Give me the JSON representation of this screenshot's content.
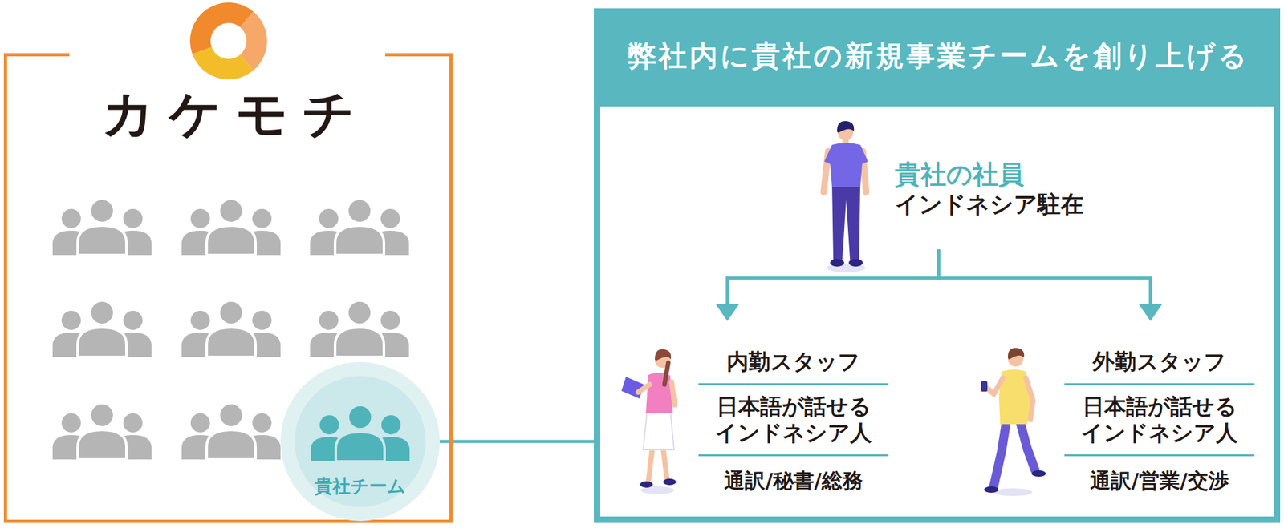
{
  "diagram": {
    "nodes": [
      {
        "text": [
          "カケモチ"
        ]
      },
      {
        "text": [
          "貴社チーム"
        ],
        "in": 0
      },
      {
        "text": [
          "弊社内に貴社の新規事業チームを創り上げる"
        ]
      },
      {
        "text": [
          "貴社の社員",
          "インドネシア駐在"
        ],
        "in": 2
      },
      {
        "text": [
          "内勤スタッフ",
          "日本語が話せる インドネシア人",
          "通訳/秘書/総務"
        ],
        "in": 2
      },
      {
        "text": [
          "外勤スタッフ",
          "日本語が話せる インドネシア人",
          "通訳/営業/交渉"
        ],
        "in": 2
      }
    ],
    "edges": [
      {
        "from": 1,
        "to": 2,
        "arrow": "none"
      },
      {
        "from": 3,
        "to": 4,
        "arrow": "to"
      },
      {
        "from": 3,
        "to": 5,
        "arrow": "to"
      }
    ]
  }
}
